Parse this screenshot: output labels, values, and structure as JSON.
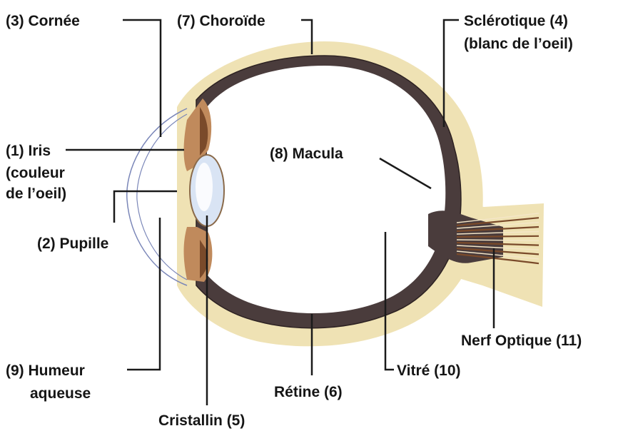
{
  "diagram": {
    "colors": {
      "sclera": "#efe2b4",
      "choroid": "#4a3c3c",
      "choroid_edge": "#2d2222",
      "iris_ciliary": "#c08a5c",
      "iris_ciliary_dark": "#7a4a2a",
      "lens": "#d9e4f4",
      "lens_highlight": "#ffffff",
      "leader_line": "#1a1a1a",
      "text": "#151515",
      "cornea_line": "#7a86b8",
      "background": "#ffffff"
    },
    "labels": {
      "cornea": "(3) Cornée",
      "choroid": "(7) Choroïde",
      "sclera_line1": "Sclérotique (4)",
      "sclera_line2": "(blanc de l’oeil)",
      "iris_line1": "(1) Iris",
      "iris_line2": "(couleur",
      "iris_line3": "de l’oeil)",
      "pupil": "(2) Pupille",
      "macula": "(8) Macula",
      "optic_nerve": "Nerf Optique (11)",
      "aqueous_line1": "(9) Humeur",
      "aqueous_line2": "aqueuse",
      "retina": "Rétine (6)",
      "vitreous": "Vitré (10)",
      "lens": "Cristallin (5)"
    }
  }
}
